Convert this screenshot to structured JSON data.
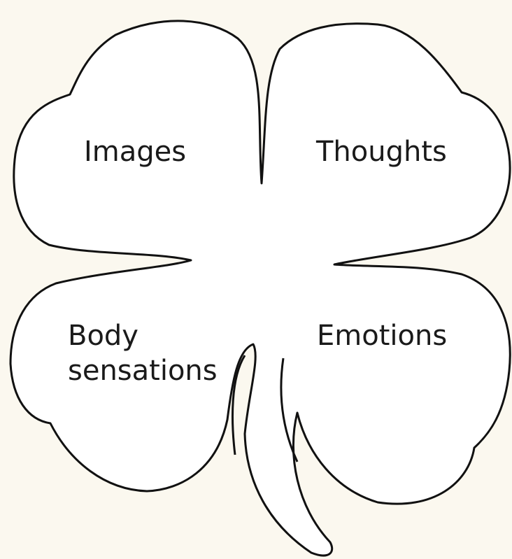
{
  "diagram": {
    "shape_icon": "four-leaf-clover-icon",
    "colors": {
      "background": "#fbf8ef",
      "fill": "#ffffff",
      "outline": "#111111",
      "text": "#1a1a1a"
    },
    "leaves": {
      "top_left": "Images",
      "top_right": "Thoughts",
      "bottom_left_line1": "Body",
      "bottom_left_line2": "sensations",
      "bottom_right": "Emotions"
    }
  }
}
